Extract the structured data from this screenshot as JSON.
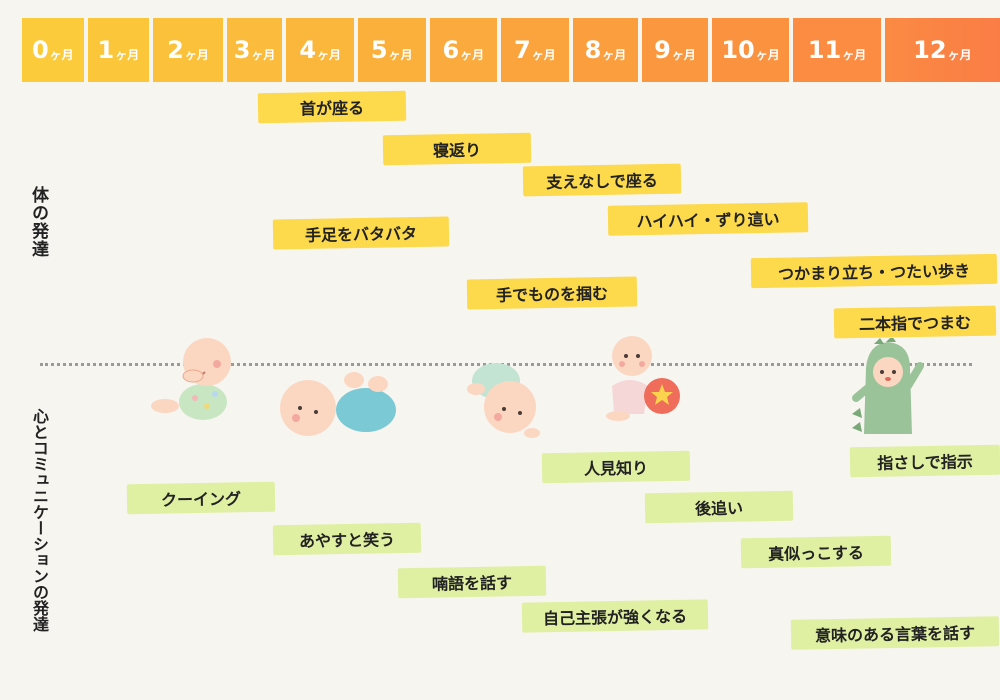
{
  "months": [
    {
      "num": "0",
      "unit": "ヶ月",
      "color": "#fccb3c"
    },
    {
      "num": "1",
      "unit": "ヶ月",
      "color": "#fcc63b"
    },
    {
      "num": "2",
      "unit": "ヶ月",
      "color": "#fcc13b"
    },
    {
      "num": "3",
      "unit": "ヶ月",
      "color": "#fbbb3c"
    },
    {
      "num": "4",
      "unit": "ヶ月",
      "color": "#fbb63c"
    },
    {
      "num": "5",
      "unit": "ヶ月",
      "color": "#fbb03c"
    },
    {
      "num": "6",
      "unit": "ヶ月",
      "color": "#fbaa3d"
    },
    {
      "num": "7",
      "unit": "ヶ月",
      "color": "#fba43d"
    },
    {
      "num": "8",
      "unit": "ヶ月",
      "color": "#fb9e3e"
    },
    {
      "num": "9",
      "unit": "ヶ月",
      "color": "#fb983f"
    },
    {
      "num": "10",
      "unit": "ヶ月",
      "color": "#fb9240"
    },
    {
      "num": "11",
      "unit": "ヶ月",
      "color": "#fb8c42"
    },
    {
      "num": "12",
      "unit": "ヶ月",
      "color": "#fa8544"
    }
  ],
  "section_labels": {
    "body": "体の発達",
    "mind": "心とコミュニケーションの発達"
  },
  "body_milestones": [
    "首が座る",
    "寝返り",
    "支えなしで座る",
    "ハイハイ・ずり這い",
    "手足をバタバタ",
    "つかまり立ち・つたい歩き",
    "手でものを掴む",
    "二本指でつまむ"
  ],
  "mind_milestones": [
    "人見知り",
    "指さしで指示",
    "クーイング",
    "後追い",
    "あやすと笑う",
    "真似っこする",
    "喃語を話す",
    "自己主張が強くなる",
    "意味のある言葉を話す"
  ],
  "colors": {
    "background": "#f7f5f0",
    "body_milestone": "#fdd94c",
    "mind_milestone": "#dff0a3",
    "divider": "#9a9a9a"
  }
}
